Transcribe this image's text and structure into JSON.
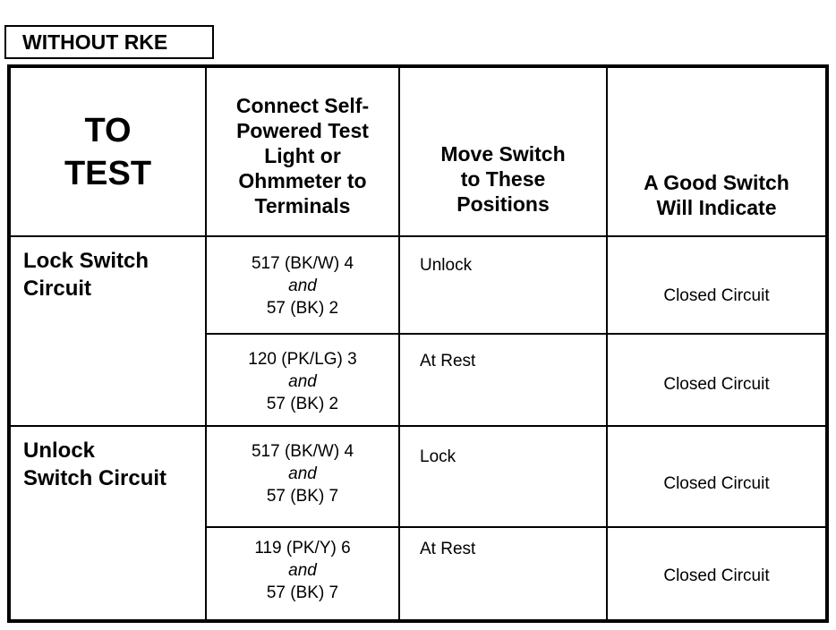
{
  "title": "WITHOUT RKE",
  "headers": {
    "to_test_line1": "TO",
    "to_test_line2": "TEST",
    "connect": [
      "Connect Self-",
      "Powered Test",
      "Light or",
      "Ohmmeter to",
      "Terminals"
    ],
    "move": [
      "Move Switch",
      "to These",
      "Positions"
    ],
    "good": [
      "A Good Switch",
      "Will Indicate"
    ]
  },
  "groups": [
    {
      "label": [
        "Lock Switch",
        "Circuit"
      ],
      "rows": [
        {
          "term1": "517 (BK/W) 4",
          "and": "and",
          "term2": "57 (BK) 2",
          "position": "Unlock",
          "result": "Closed Circuit"
        },
        {
          "term1": "120 (PK/LG) 3",
          "and": "and",
          "term2": "57 (BK) 2",
          "position": "At Rest",
          "result": "Closed Circuit"
        }
      ]
    },
    {
      "label": [
        "Unlock",
        "Switch Circuit"
      ],
      "rows": [
        {
          "term1": "517 (BK/W) 4",
          "and": "and",
          "term2": "57 (BK) 7",
          "position": "Lock",
          "result": "Closed Circuit"
        },
        {
          "term1": "119 (PK/Y) 6",
          "and": "and",
          "term2": "57 (BK) 7",
          "position": "At Rest",
          "result": "Closed Circuit"
        }
      ]
    }
  ]
}
